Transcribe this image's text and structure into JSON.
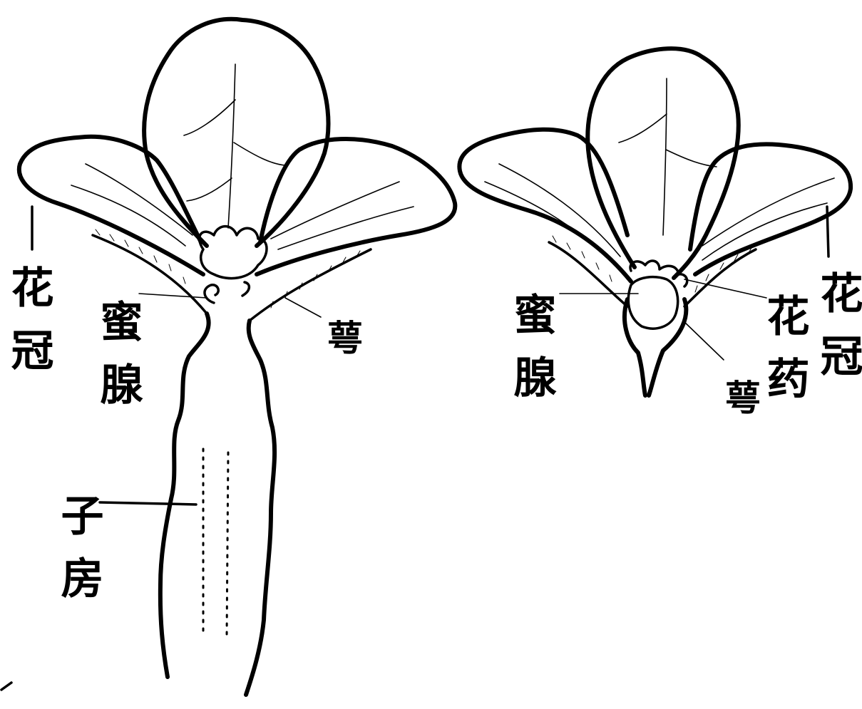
{
  "female_flower": {
    "labels": {
      "corolla": "花冠",
      "nectary": "蜜腺",
      "calyx": "萼",
      "ovary": "子房"
    }
  },
  "male_flower": {
    "labels": {
      "nectary": "蜜腺",
      "anther": "花药",
      "calyx": "萼",
      "corolla": "花冠"
    }
  }
}
